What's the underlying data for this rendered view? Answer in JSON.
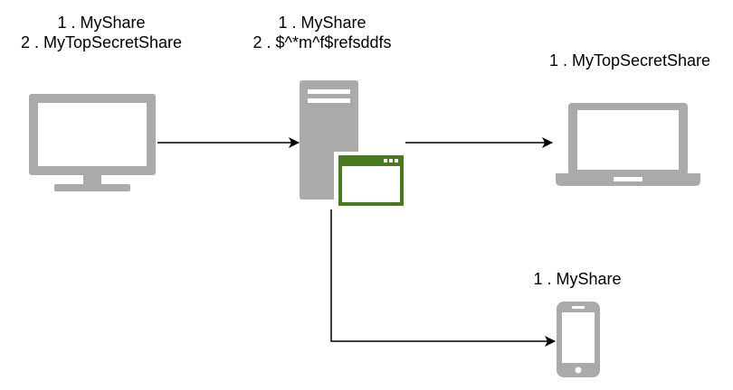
{
  "desktop": {
    "icon": "desktop-monitor-icon",
    "lines": [
      "1 . MyShare",
      "2 . MyTopSecretShare"
    ]
  },
  "server": {
    "icon": "server-tower-icon",
    "lines": [
      "1 . MyShare",
      "2 . $^*m^f$refsddfs"
    ]
  },
  "laptop": {
    "icon": "laptop-icon",
    "lines": [
      "1 . MyTopSecretShare"
    ]
  },
  "phone": {
    "icon": "smartphone-icon",
    "lines": [
      "1 . MyShare"
    ]
  },
  "window_overlay": {
    "icon": "app-window-icon"
  },
  "colors": {
    "device_gray": "#aaaaaa",
    "window_green": "#4a7a1f",
    "arrow": "#000000"
  }
}
